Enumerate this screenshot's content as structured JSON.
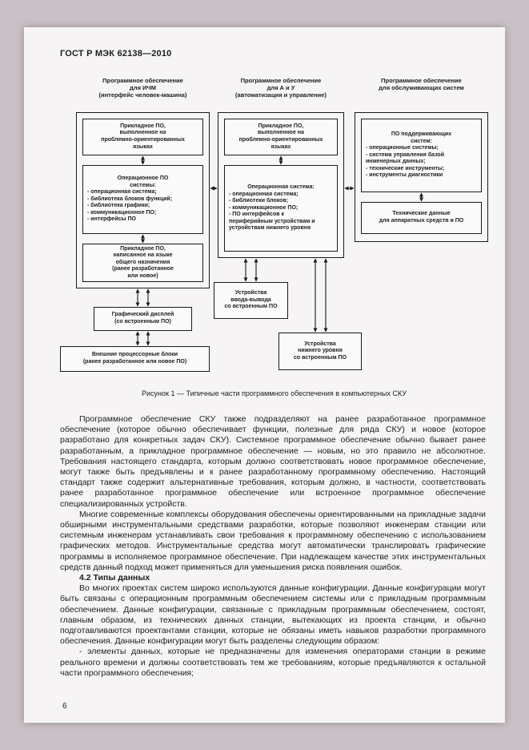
{
  "doc": {
    "header": "ГОСТ Р МЭК 62138—2010",
    "page_number": "6"
  },
  "figure": {
    "caption": "Рисунок 1 — Типичные части программного обеспечения в компьютерных СКУ",
    "col1": {
      "header": "Программное обеспечение\nдля ИЧМ\n(интерфейс человек-машина)",
      "app_top": "Прикладное ПО,\nвыполненное на\nпроблемно-ориентированных\nязыках",
      "os_title": "Операционное ПО\nсистемы:",
      "os_items": "- операционная система;\n- библиотека блоков функций;\n- библиотека графики;\n- коммуникационное ПО;\n- интерфейсы ПО",
      "app_bottom": "Прикладное ПО,\nнаписанное на языке\nобщего назначения\n(ранее разработанное\nили новое)",
      "display": "Графический дисплей\n(со встроенным ПО)",
      "external": "Внешние процессорные блоки\n(ранее разработанное или новое ПО)"
    },
    "col2": {
      "header": "Программное обеспечение\nдля А и У\n(автоматизация и управление)",
      "app_top": "Прикладное ПО,\nвыполненное на\nпроблемно-ориентированных\nязыках",
      "os_title": "Операционная система:",
      "os_items": "- операционная система;\n- библиотеки блоков;\n- коммуникационное ПО;\n- ПО интерфейсов к\nпериферийным устройствам и\nустройствам нижнего уровня",
      "io_devices": "Устройства\nввода-вывода\nсо встроенным ПО",
      "low_devices": "Устройства\nнижнего уровня\nсо встроенным ПО"
    },
    "col3": {
      "header": "Программное обеспечение\nдля обслуживающих систем",
      "support_title": "ПО поддерживающих\nсистем:",
      "support_items": "- операционные системы;\n- система управления базой\nинженерных данных;\n- технические инструменты;\n- инструменты диагностики",
      "tech_data": "Технические данные\nдля аппаратных средств и ПО"
    }
  },
  "body": {
    "para1": "Программное обеспечение СКУ также подразделяют на ранее разработанное программное обеспечение (которое обычно обеспечивает функции, полезные для ряда СКУ) и новое (которое разработано для конкретных задач СКУ). Системное программное обеспечение обычно бывает ранее разработанным, а прикладное программное обеспечение — новым, но это правило не абсолютное. Требования настоящего стандарта, которым должно соответствовать новое программное обеспечение, могут также быть предъявлены и к ранее разработанному программному обеспечению. Настоящий стандарт также содержит альтернативные требования, которым должно, в частности, соответствовать ранее разработанное программное обеспечение или встроенное программное обеспечение специализированных устройств.",
    "para2": "Многие современные комплексы оборудования обеспечены ориентированными на прикладные задачи обширными инструментальными средствами разработки, которые позволяют инженерам станции или системным инженерам устанавливать свои требования к программному обеспечению с использованием графических методов. Инструментальные средства могут автоматически транслировать графические программы в исполняемое программное обеспечение. При надлежащем качестве этих инструментальных средств данный подход может применяться для уменьшения риска появления ошибок.",
    "heading_42": "4.2 Типы данных",
    "para3": "Во многих проектах систем широко используются данные конфигурации. Данные конфигурации могут быть связаны с операционным программным обеспечением системы или с прикладным программным обеспечением. Данные конфигурации, связанные с прикладным программным обеспечением, состоят, главным образом, из технических данных станции, вытекающих из проекта станции, и обычно подготавливаются проектантами станции, которые не обязаны иметь навыков разработки программного обеспечения. Данные конфигурации могут быть разделены следующим образом:",
    "list_item1": "- элементы данных, которые не предназначены для изменения операторами станции в режиме реального времени и должны соответствовать тем же требованиям, которые предъявляются к остальной части программного обеспечения;"
  }
}
